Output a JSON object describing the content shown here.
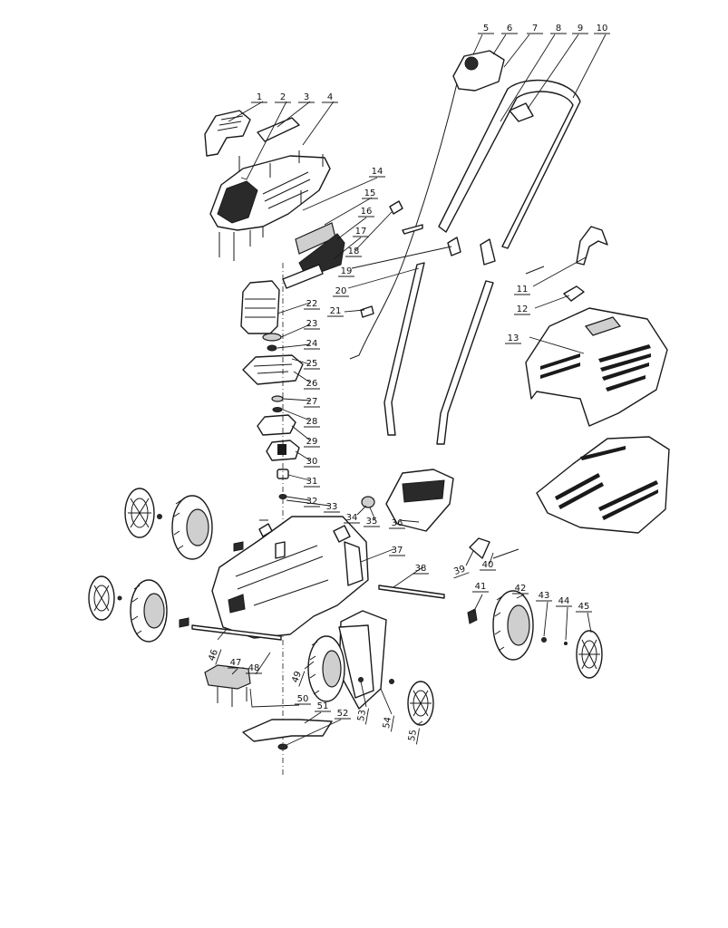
{
  "parts": [
    {
      "id": "1",
      "label": "1"
    },
    {
      "id": "2",
      "label": "2"
    },
    {
      "id": "3",
      "label": "3"
    },
    {
      "id": "4",
      "label": "4"
    },
    {
      "id": "5",
      "label": "5"
    },
    {
      "id": "6",
      "label": "6"
    },
    {
      "id": "7",
      "label": "7"
    },
    {
      "id": "8",
      "label": "8"
    },
    {
      "id": "9",
      "label": "9"
    },
    {
      "id": "10",
      "label": "10"
    },
    {
      "id": "11",
      "label": "11"
    },
    {
      "id": "12",
      "label": "12"
    },
    {
      "id": "13",
      "label": "13"
    },
    {
      "id": "14",
      "label": "14"
    },
    {
      "id": "15",
      "label": "15"
    },
    {
      "id": "16",
      "label": "16"
    },
    {
      "id": "17",
      "label": "17"
    },
    {
      "id": "18",
      "label": "18"
    },
    {
      "id": "19",
      "label": "19"
    },
    {
      "id": "20",
      "label": "20"
    },
    {
      "id": "21",
      "label": "21"
    },
    {
      "id": "22",
      "label": "22"
    },
    {
      "id": "23",
      "label": "23"
    },
    {
      "id": "24",
      "label": "24"
    },
    {
      "id": "25",
      "label": "25"
    },
    {
      "id": "26",
      "label": "26"
    },
    {
      "id": "27",
      "label": "27"
    },
    {
      "id": "28",
      "label": "28"
    },
    {
      "id": "29",
      "label": "29"
    },
    {
      "id": "30",
      "label": "30"
    },
    {
      "id": "31",
      "label": "31"
    },
    {
      "id": "32",
      "label": "32"
    },
    {
      "id": "33",
      "label": "33"
    },
    {
      "id": "34",
      "label": "34"
    },
    {
      "id": "35",
      "label": "35"
    },
    {
      "id": "36",
      "label": "36"
    },
    {
      "id": "37",
      "label": "37"
    },
    {
      "id": "38",
      "label": "38"
    },
    {
      "id": "39",
      "label": "39"
    },
    {
      "id": "40",
      "label": "40"
    },
    {
      "id": "41",
      "label": "41"
    },
    {
      "id": "42",
      "label": "42"
    },
    {
      "id": "43",
      "label": "43"
    },
    {
      "id": "44",
      "label": "44"
    },
    {
      "id": "45",
      "label": "45"
    },
    {
      "id": "46",
      "label": "46"
    },
    {
      "id": "47",
      "label": "47"
    },
    {
      "id": "48",
      "label": "48"
    },
    {
      "id": "49",
      "label": "49"
    },
    {
      "id": "50",
      "label": "50"
    },
    {
      "id": "51",
      "label": "51"
    },
    {
      "id": "52",
      "label": "52"
    },
    {
      "id": "53",
      "label": "53"
    },
    {
      "id": "54",
      "label": "54"
    },
    {
      "id": "55",
      "label": "55"
    }
  ],
  "colors": {
    "ink": "#1a1a1a",
    "background": "#ffffff"
  }
}
